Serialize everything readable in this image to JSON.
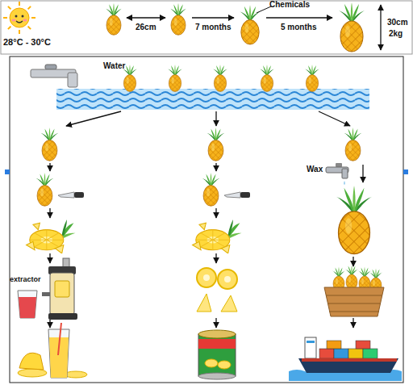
{
  "diagram": {
    "labels": [
      "28°C - 30°C",
      "26cm",
      "7 months",
      "Chemicals",
      "5 months",
      "30cm",
      "2kg",
      "Water",
      "extractor",
      "Wax"
    ]
  }
}
